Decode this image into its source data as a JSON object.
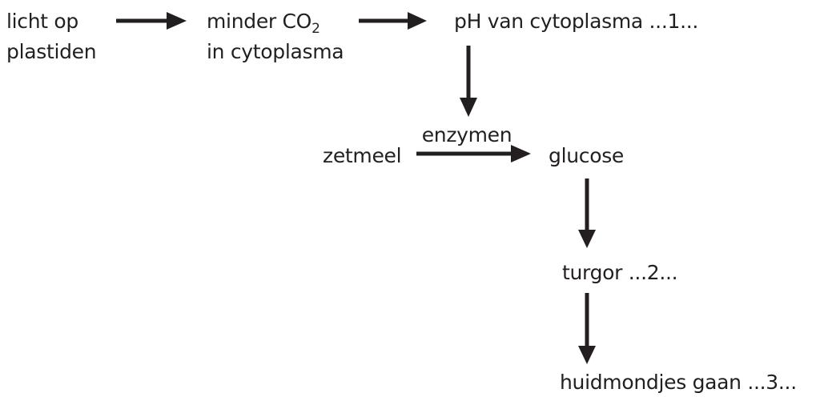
{
  "diagram": {
    "background": "#ffffff",
    "ink": "#231f20",
    "nodes": {
      "licht_op_plastiden": {
        "line1": "licht op",
        "line2": "plastiden"
      },
      "minder_co2": {
        "line1_text": "minder CO",
        "line1_sub": "2",
        "line2": "in cytoplasma"
      },
      "ph_cytoplasma": {
        "label": "pH van cytoplasma ...1..."
      },
      "zetmeel": {
        "label": "zetmeel"
      },
      "glucose": {
        "label": "glucose"
      },
      "turgor": {
        "label": "turgor ...2..."
      },
      "huidmondjes": {
        "label": "huidmondjes gaan ...3..."
      }
    },
    "arrow_labels": {
      "enzymen": "enzymen"
    }
  }
}
